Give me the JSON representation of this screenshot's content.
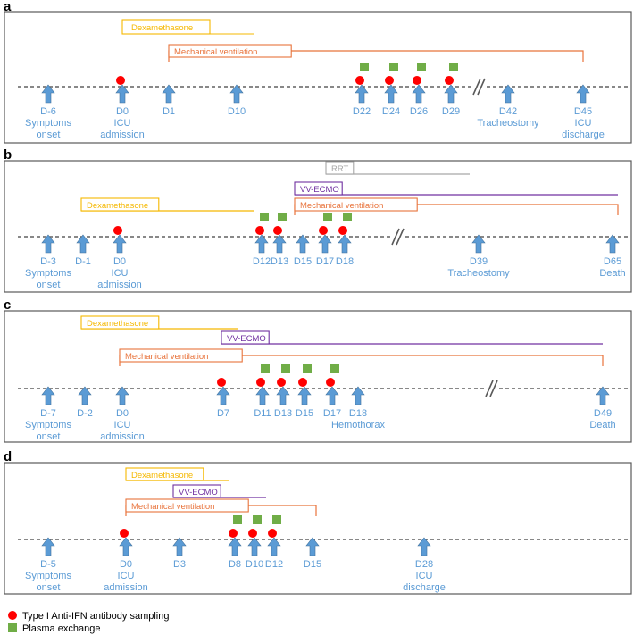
{
  "colors": {
    "dexamethasone": "#F5B800",
    "mechanical_ventilation": "#E8733B",
    "vv_ecmo": "#7030A0",
    "rrt": "#A6A6A6",
    "arrow": "#5B9BD5",
    "label": "#5B9BD5",
    "sampling": "#FF0000",
    "plasma": "#70AD47",
    "timeline": "#404040"
  },
  "icons": {
    "arrow": "up-arrow-icon",
    "sampling": "red-circle-icon",
    "plasma": "green-square-icon",
    "break": "axis-break-icon"
  },
  "legend": {
    "sampling": "Type I Anti-IFN antibody sampling",
    "plasma": "Plasma exchange"
  },
  "panels": [
    {
      "letter": "a",
      "bars": [
        {
          "key": "dexamethasone",
          "label": "Dexamethasone",
          "start": "D0",
          "end": "D10"
        },
        {
          "key": "mechanical_ventilation",
          "label": "Mechanical ventilation",
          "start": "D1",
          "end": "D45"
        }
      ],
      "events": [
        {
          "day": "D-6",
          "lines": [
            "D-6",
            "Symptoms",
            "onset"
          ]
        },
        {
          "day": "D0",
          "lines": [
            "D0",
            "ICU",
            "admission"
          ],
          "sampling": true
        },
        {
          "day": "D1",
          "lines": [
            "D1"
          ]
        },
        {
          "day": "D10",
          "lines": [
            "D10"
          ]
        },
        {
          "day": "D22",
          "lines": [
            "D22"
          ],
          "sampling": true,
          "plasma": true
        },
        {
          "day": "D24",
          "lines": [
            "D24"
          ],
          "sampling": true,
          "plasma": true
        },
        {
          "day": "D26",
          "lines": [
            "D26"
          ],
          "sampling": true,
          "plasma": true
        },
        {
          "day": "D29",
          "lines": [
            "D29"
          ],
          "sampling": true,
          "plasma": true
        },
        {
          "day": "D42",
          "lines": [
            "D42",
            "Tracheostomy"
          ]
        },
        {
          "day": "D45",
          "lines": [
            "D45",
            "ICU",
            "discharge"
          ]
        }
      ]
    },
    {
      "letter": "b",
      "bars": [
        {
          "key": "rrt",
          "label": "RRT",
          "start": "D15",
          "end": "D39"
        },
        {
          "key": "vv_ecmo",
          "label": "VV-ECMO",
          "start": "D15",
          "end": "D65"
        },
        {
          "key": "dexamethasone",
          "label": "Dexamethasone",
          "start": "D-1",
          "end": "D15"
        },
        {
          "key": "mechanical_ventilation",
          "label": "Mechanical ventilation",
          "start": "D15",
          "end": "D65"
        }
      ],
      "events": [
        {
          "day": "D-3",
          "lines": [
            "D-3",
            "Symptoms",
            "onset"
          ]
        },
        {
          "day": "D-1",
          "lines": [
            "D-1"
          ]
        },
        {
          "day": "D0",
          "lines": [
            "D0",
            "ICU",
            "admission"
          ],
          "sampling": true
        },
        {
          "day": "D12",
          "lines": [
            "D12"
          ],
          "sampling": true,
          "plasma": true
        },
        {
          "day": "D13",
          "lines": [
            "D13"
          ],
          "sampling": true,
          "plasma": true
        },
        {
          "day": "D15",
          "lines": [
            "D15"
          ]
        },
        {
          "day": "D17",
          "lines": [
            "D17"
          ],
          "sampling": true,
          "plasma": true
        },
        {
          "day": "D18",
          "lines": [
            "D18"
          ],
          "sampling": true,
          "plasma": true
        },
        {
          "day": "D39",
          "lines": [
            "D39",
            "Tracheostomy"
          ]
        },
        {
          "day": "D65",
          "lines": [
            "D65",
            "Death"
          ]
        }
      ]
    },
    {
      "letter": "c",
      "bars": [
        {
          "key": "dexamethasone",
          "label": "Dexamethasone",
          "start": "D-2",
          "end": "D7"
        },
        {
          "key": "vv_ecmo",
          "label": "VV-ECMO",
          "start": "D7",
          "end": "D49"
        },
        {
          "key": "mechanical_ventilation",
          "label": "Mechanical ventilation",
          "start": "D0",
          "end": "D49"
        }
      ],
      "events": [
        {
          "day": "D-7",
          "lines": [
            "D-7",
            "Symptoms",
            "onset"
          ]
        },
        {
          "day": "D-2",
          "lines": [
            "D-2"
          ]
        },
        {
          "day": "D0",
          "lines": [
            "D0",
            "ICU",
            "admission"
          ]
        },
        {
          "day": "D7",
          "lines": [
            "D7"
          ],
          "sampling": true
        },
        {
          "day": "D11",
          "lines": [
            "D11"
          ],
          "sampling": true,
          "plasma": true
        },
        {
          "day": "D13",
          "lines": [
            "D13"
          ],
          "sampling": true,
          "plasma": true
        },
        {
          "day": "D15",
          "lines": [
            "D15"
          ],
          "sampling": true,
          "plasma": true
        },
        {
          "day": "D17",
          "lines": [
            "D17"
          ],
          "sampling": true,
          "plasma": true
        },
        {
          "day": "D18",
          "lines": [
            "D18",
            "Hemothorax"
          ]
        },
        {
          "day": "D49",
          "lines": [
            "D49",
            "Death"
          ]
        }
      ]
    },
    {
      "letter": "d",
      "bars": [
        {
          "key": "dexamethasone",
          "label": "Dexamethasone",
          "start": "D0",
          "end": "D8"
        },
        {
          "key": "vv_ecmo",
          "label": "VV-ECMO",
          "start": "D3",
          "end": "D12"
        },
        {
          "key": "mechanical_ventilation",
          "label": "Mechanical ventilation",
          "start": "D0",
          "end": "D15"
        }
      ],
      "events": [
        {
          "day": "D-5",
          "lines": [
            "D-5",
            "Symptoms",
            "onset"
          ]
        },
        {
          "day": "D0",
          "lines": [
            "D0",
            "ICU",
            "admission"
          ],
          "sampling": true
        },
        {
          "day": "D3",
          "lines": [
            "D3"
          ]
        },
        {
          "day": "D8",
          "lines": [
            "D8"
          ],
          "sampling": true,
          "plasma": true
        },
        {
          "day": "D10",
          "lines": [
            "D10"
          ],
          "sampling": true,
          "plasma": true
        },
        {
          "day": "D12",
          "lines": [
            "D12"
          ],
          "sampling": true,
          "plasma": true
        },
        {
          "day": "D15",
          "lines": [
            "D15"
          ]
        },
        {
          "day": "D28",
          "lines": [
            "D28",
            "ICU",
            "discharge"
          ]
        }
      ]
    }
  ]
}
